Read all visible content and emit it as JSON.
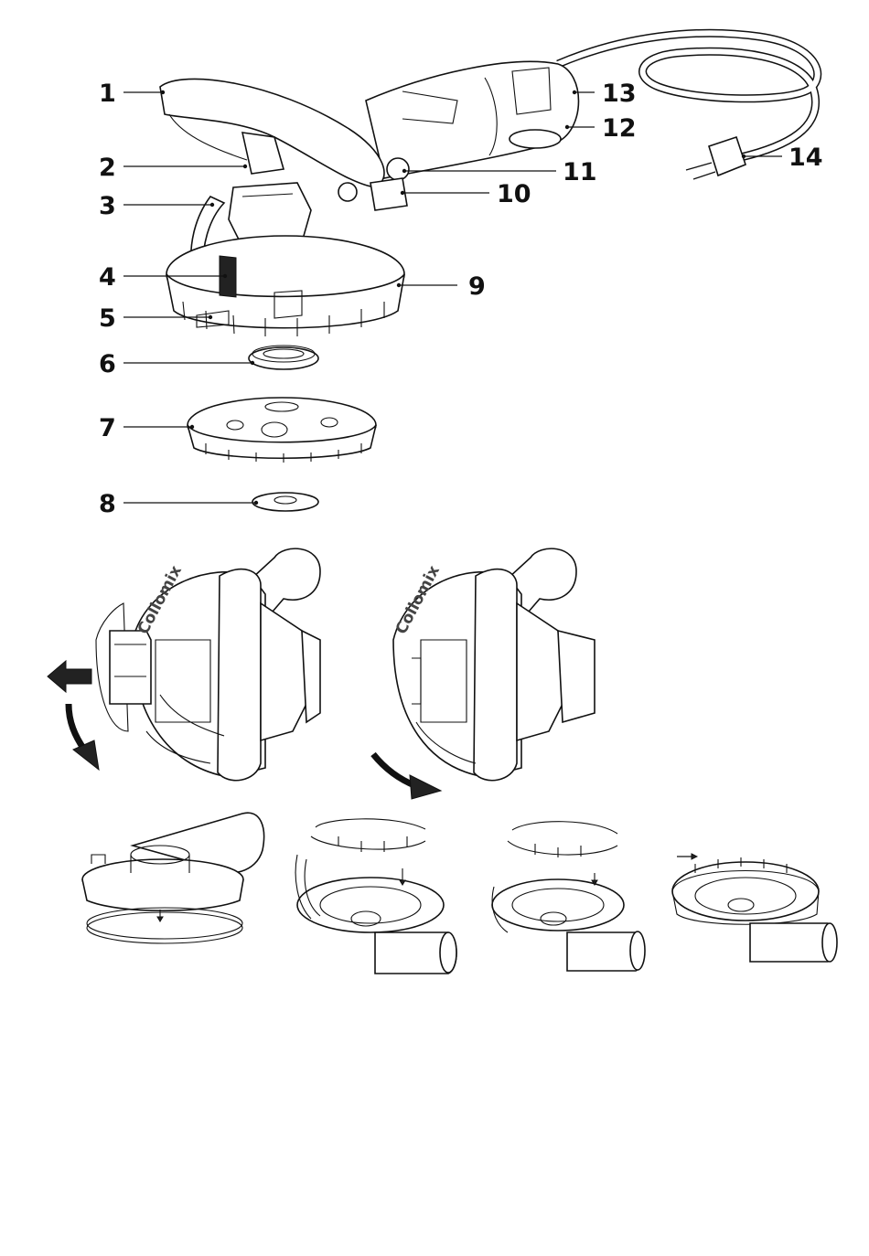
{
  "callouts": [
    "1",
    "2",
    "3",
    "4",
    "5",
    "6",
    "7",
    "8",
    "9",
    "10",
    "11",
    "12",
    "13",
    "14"
  ],
  "brand_text": "Collomix",
  "icons": [
    "grinder-exploded-view",
    "dust-hood-removal",
    "dust-hood-ring-assembly"
  ]
}
